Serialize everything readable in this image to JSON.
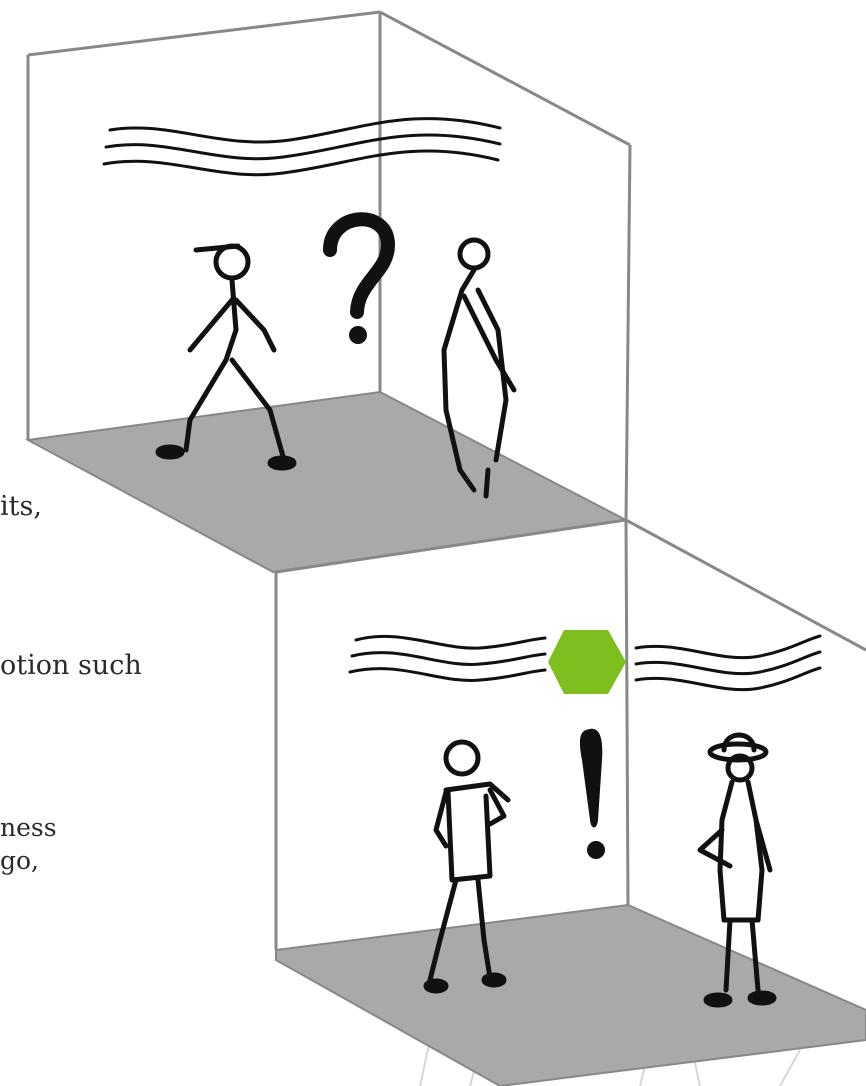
{
  "text_fragments": [
    "its,",
    "otion such",
    "ness",
    "go,"
  ],
  "colors": {
    "floor": "#a9a9a9",
    "wall_line": "#888888",
    "ink": "#111111",
    "accent_hexagon": "#7cbf1f"
  },
  "icons": [
    "question-mark",
    "exclamation-mark",
    "hexagon",
    "sound-waves"
  ]
}
